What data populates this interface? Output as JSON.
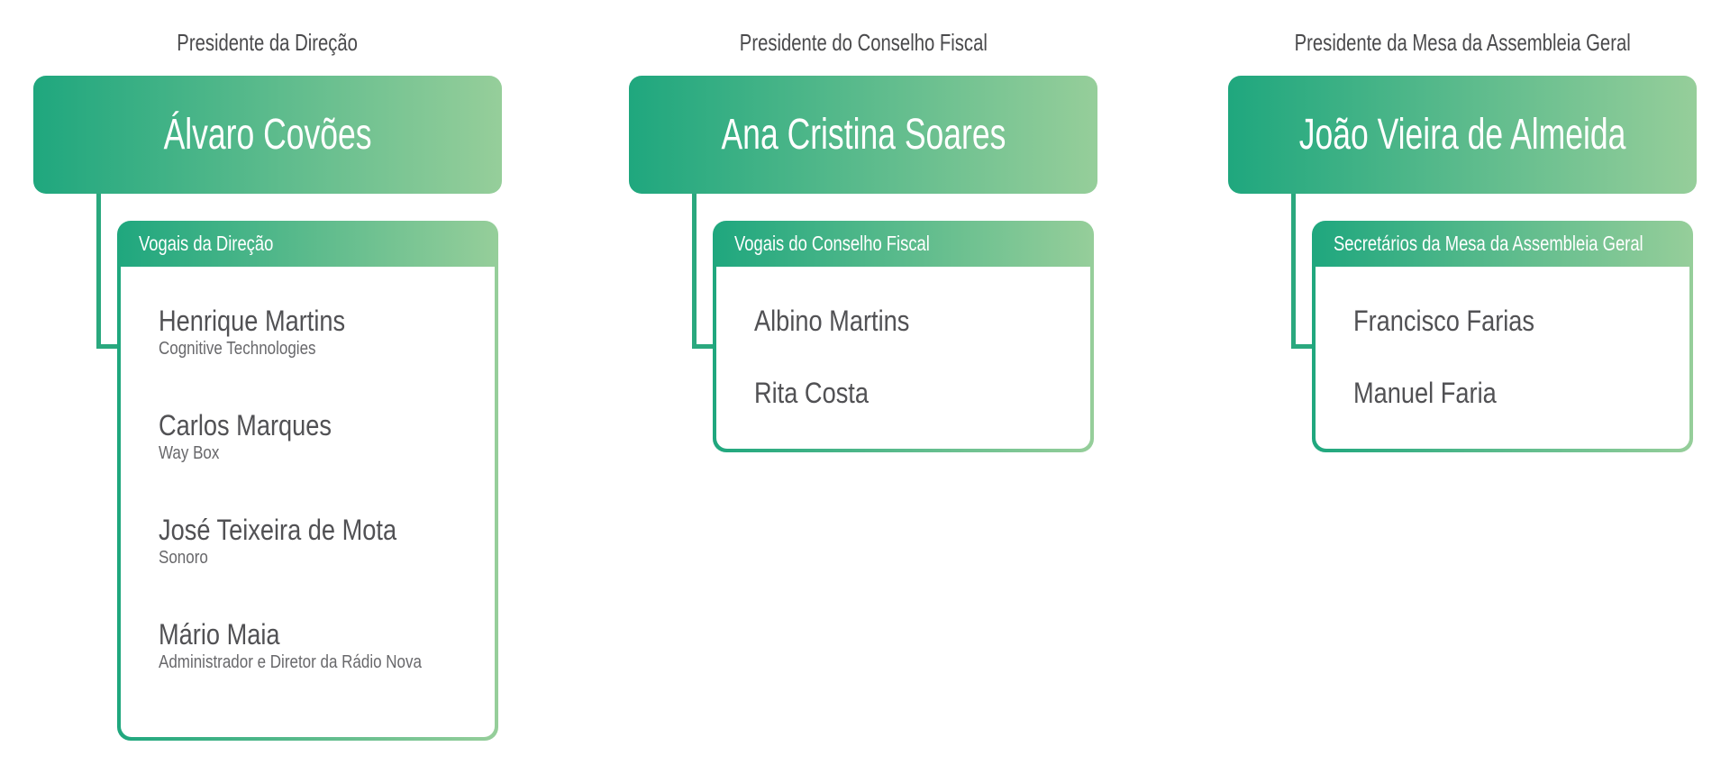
{
  "theme": {
    "gradient_start": "#1FA77E",
    "gradient_end": "#96CE9A",
    "connector_color": "#2AA87E",
    "box_text_color": "#FFFFFF",
    "role_label_color": "#4A4A4C",
    "name_color": "#515154",
    "affiliation_color": "#68686B"
  },
  "columns": [
    {
      "role_label": "Presidente da Direção",
      "president": "Álvaro Covões",
      "group": {
        "title": "Vogais da Direção",
        "members": [
          {
            "name": "Henrique Martins",
            "affiliation": "Cognitive Technologies"
          },
          {
            "name": "Carlos Marques",
            "affiliation": "Way Box"
          },
          {
            "name": "José Teixeira de Mota",
            "affiliation": "Sonoro"
          },
          {
            "name": "Mário Maia",
            "affiliation": "Administrador e Diretor da Rádio Nova"
          }
        ]
      }
    },
    {
      "role_label": "Presidente do Conselho Fiscal",
      "president": "Ana Cristina Soares",
      "group": {
        "title": "Vogais do Conselho Fiscal",
        "members": [
          {
            "name": "Albino Martins"
          },
          {
            "name": "Rita Costa"
          }
        ]
      }
    },
    {
      "role_label": "Presidente da Mesa da Assembleia Geral",
      "president": "João Vieira de Almeida",
      "group": {
        "title": "Secretários da Mesa da Assembleia Geral",
        "members": [
          {
            "name": "Francisco Farias"
          },
          {
            "name": "Manuel Faria"
          }
        ]
      }
    }
  ]
}
